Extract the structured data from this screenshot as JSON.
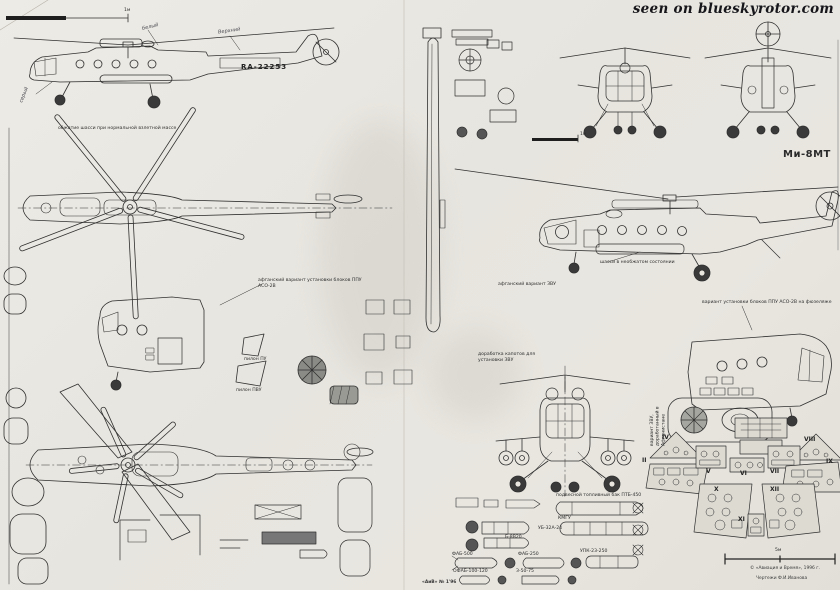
{
  "watermark": "seen on blueskyrotor.com",
  "title": "Ми-8МТ",
  "registration": "RA-22253",
  "captions": {
    "gear_normal": "обжатие шасси при нормальной взлетной массе",
    "afghan_aso": "афганский вариант установки блоков ППУ АСО-2В",
    "afghan_zvu": "афганский вариант ЗВУ",
    "aso_fuselage": "вариант установки блоков ППУ АСО-2В на фюзеляже",
    "gear_free": "шасси в необжатом состоянии",
    "cowl_mod": "доработка капотов для установки ЗВУ",
    "zvu_afghan": "вариант ЗВУ, доработанный в Афганистане",
    "pylon_pu": "пилон ПУ",
    "pylon_pvu": "пилон ПВУ",
    "ptb": "подвесной топливный бак ПТБ-450"
  },
  "weapons": {
    "ub32": "УБ-32А-24",
    "b8": "Б-8В20",
    "kmgu": "КМГУ",
    "fab500": "ФАБ-500",
    "fab250": "ФАБ-250",
    "ofab": "ОФАБ-100-120",
    "z50": "З-50-75",
    "upk": "УПК-23-250"
  },
  "panel_numerals": {
    "n2": "II",
    "n4": "IV",
    "n5": "V",
    "n6": "VI",
    "n7": "VII",
    "n8": "VIII",
    "n9": "IX",
    "n10": "X",
    "n11": "XI",
    "n12": "XII"
  },
  "annotations": {
    "a1": "белый",
    "a2": "серый",
    "a3": "Верхний"
  },
  "scale": {
    "one_m": "1м",
    "five_m": "5м"
  },
  "footer": {
    "issue": "«АиВ» № 1'96",
    "copyright": "© «Авиация и Время», 1996 г.",
    "credit": "Чертежи Ф.И.Иванова"
  },
  "colors": {
    "ink": "#2f2f2f",
    "paper": "#e9e6e0"
  }
}
